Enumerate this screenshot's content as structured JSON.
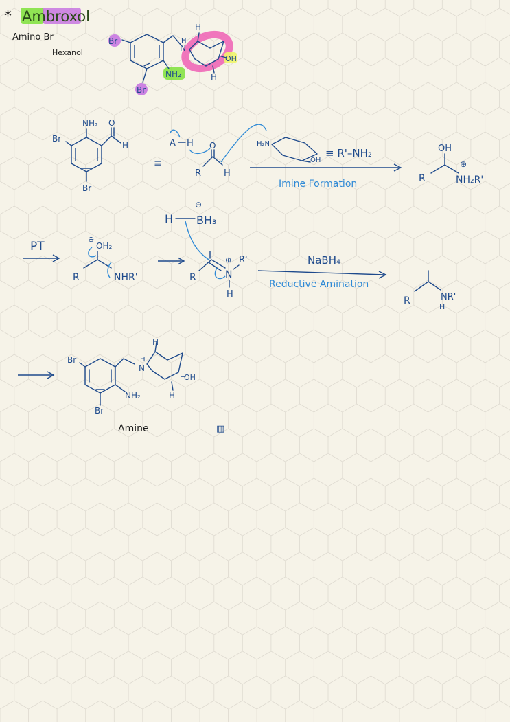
{
  "title": "Ambroxol",
  "title_star": "*",
  "subtitle_lines": [
    "Amino Br",
    "Hexanol"
  ],
  "labels": {
    "br": "Br",
    "nh2": "NH₂",
    "nh2_plain": "NH₂",
    "h": "H",
    "oh": "OH",
    "n": "N",
    "r": "R",
    "o": "O",
    "equiv": "≡",
    "a_h": "A",
    "h2n": "H₂N",
    "amine_eq": "≡ R'–NH₂",
    "oh_top": "OH",
    "nh2r": "NH₂R'",
    "plus": "⊕",
    "minus": "⊖",
    "bh3": "BH₃",
    "pt": "PT",
    "oh2": "OH₂",
    "nhr": "NHR'",
    "rprime": "R'",
    "nr": "NR'",
    "amine_caption": "Amine",
    "small_box": "▥"
  },
  "reactions": {
    "imine_label": "Imine Formation",
    "reagent": "NaBH₄",
    "reductive_label": "Reductive Amination"
  },
  "colors": {
    "background": "#f6f3e8",
    "grid": "#dedad0",
    "black_ink": "#1c1c1c",
    "dark_blue_ink": "#1e4a8c",
    "light_blue_ink": "#2f8ad6",
    "highlight_green": "#7ee03a",
    "highlight_pink": "#ee5fb4",
    "highlight_purple": "#c46ee0",
    "highlight_yellow": "#eef56a"
  }
}
